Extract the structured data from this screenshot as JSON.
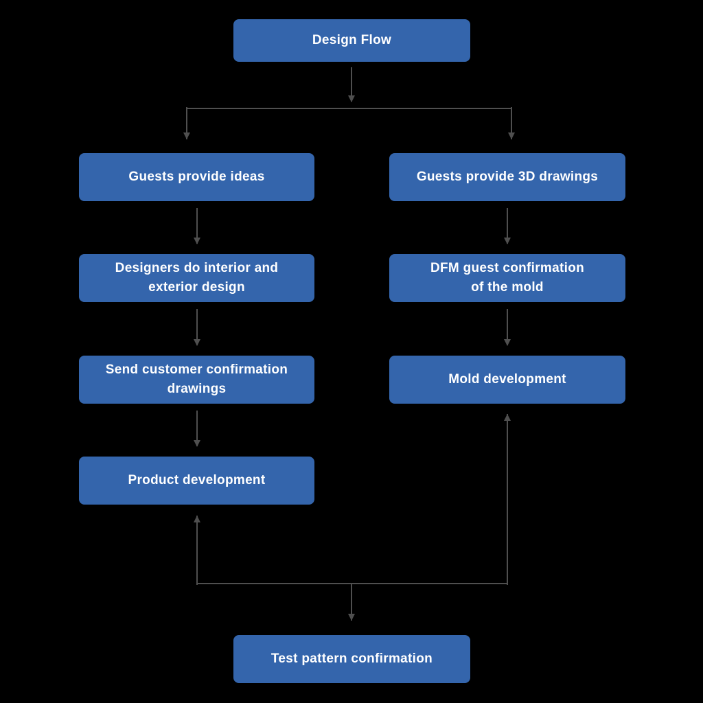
{
  "diagram": {
    "title": "Design Flow",
    "colors": {
      "background": "#000000",
      "node_fill": "#3465ac",
      "node_text": "#ffffff",
      "arrow": "#4f4f4f"
    },
    "nodes": {
      "design_flow": "Design Flow",
      "guests_provide_ideas": "Guests provide ideas",
      "designers_interior_exterior": "Designers do interior and\nexterior design",
      "send_customer_confirmation": "Send customer confirmation\ndrawings",
      "product_development": "Product development",
      "guests_provide_3d": "Guests provide 3D drawings",
      "dfm_guest_confirmation": "DFM guest confirmation\nof the mold",
      "mold_development": "Mold development",
      "test_pattern_confirmation": "Test pattern confirmation"
    },
    "edges": [
      "design_flow -> guests_provide_ideas",
      "design_flow -> guests_provide_3d",
      "guests_provide_ideas -> designers_interior_exterior",
      "designers_interior_exterior -> send_customer_confirmation",
      "send_customer_confirmation -> product_development",
      "guests_provide_3d -> dfm_guest_confirmation",
      "dfm_guest_confirmation -> mold_development",
      "bottom_junction -> product_development",
      "bottom_junction -> mold_development",
      "bottom_junction -> test_pattern_confirmation"
    ]
  }
}
